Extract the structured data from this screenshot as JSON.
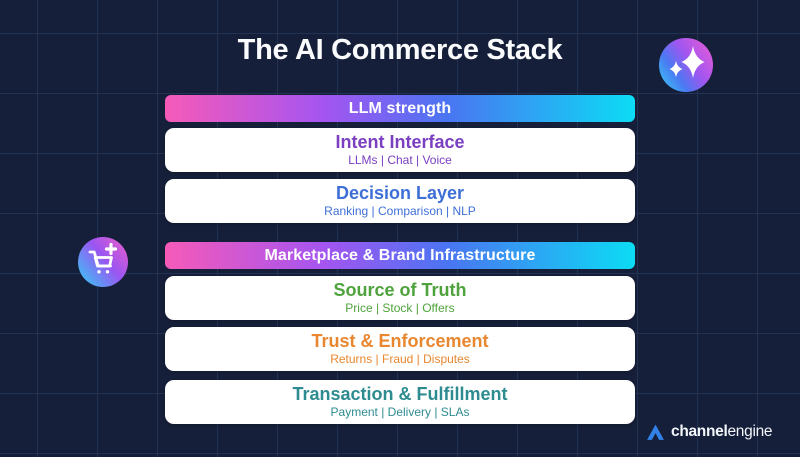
{
  "title": "The AI Commerce Stack",
  "stack": [
    {
      "type": "banner",
      "label": "LLM strength"
    },
    {
      "type": "card",
      "heading": "Intent Interface",
      "subtitle": "LLMs | Chat | Voice",
      "color": "#7b3fc2"
    },
    {
      "type": "card",
      "heading": "Decision Layer",
      "subtitle": "Ranking | Comparison | NLP",
      "color": "#3e6fd6"
    },
    {
      "type": "banner",
      "label": "Marketplace & Brand Infrastructure"
    },
    {
      "type": "card",
      "heading": "Source of Truth",
      "subtitle": "Price | Stock | Offers",
      "color": "#4fa33c"
    },
    {
      "type": "card",
      "heading": "Trust & Enforcement",
      "subtitle": "Returns | Fraud | Disputes",
      "color": "#e8872f"
    },
    {
      "type": "card",
      "heading": "Transaction & Fulfillment",
      "subtitle": "Payment | Delivery | SLAs",
      "color": "#2e8c91"
    }
  ],
  "logo": {
    "bold": "channel",
    "light": "engine"
  },
  "icons": {
    "sparkle": "sparkle-stars-icon",
    "cart": "add-to-cart-icon",
    "logo": "channelengine-logo-icon"
  },
  "colors": {
    "background": "#161f39",
    "grid_line": "#213253",
    "banner_gradient": [
      "#f65ab8",
      "#a455f1",
      "#4a75f2",
      "#0cdcf4"
    ],
    "badge_gradient": [
      "#f05dd4",
      "#a156f0",
      "#35d4f5"
    ],
    "card_background": "#ffffff",
    "title_text": "#fafbfd",
    "logo_icon": "#3181e8"
  }
}
